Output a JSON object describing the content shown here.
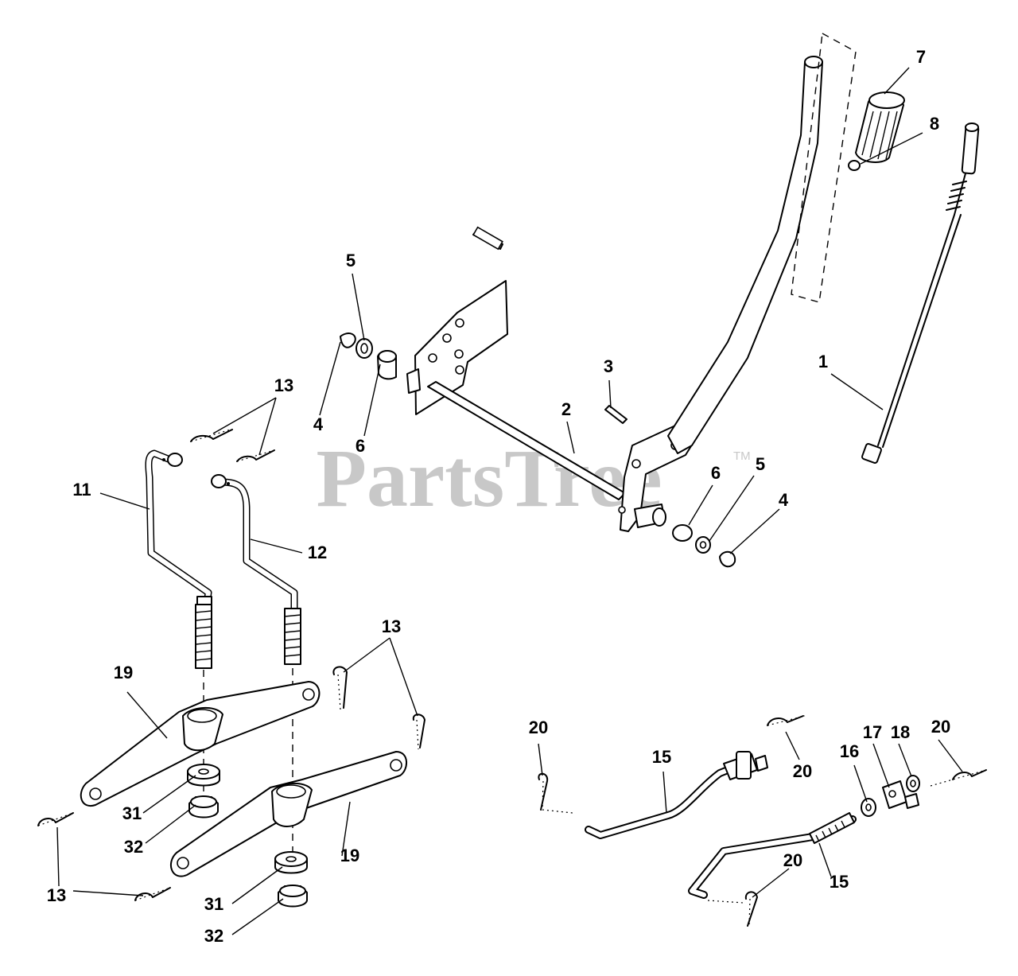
{
  "watermark": {
    "text": "PartsTree",
    "trademark": "TM"
  },
  "callouts": {
    "c1": "1",
    "c2": "2",
    "c3": "3",
    "c4a": "4",
    "c4b": "4",
    "c5a": "5",
    "c5b": "5",
    "c6a": "6",
    "c6b": "6",
    "c7": "7",
    "c8": "8",
    "c11": "11",
    "c12": "12",
    "c13a": "13",
    "c13b": "13",
    "c13c": "13",
    "c15a": "15",
    "c15b": "15",
    "c16": "16",
    "c17": "17",
    "c18": "18",
    "c19a": "19",
    "c19b": "19",
    "c20a": "20",
    "c20b": "20",
    "c20c": "20",
    "c20d": "20",
    "c31a": "31",
    "c31b": "31",
    "c32a": "32",
    "c32b": "32"
  }
}
